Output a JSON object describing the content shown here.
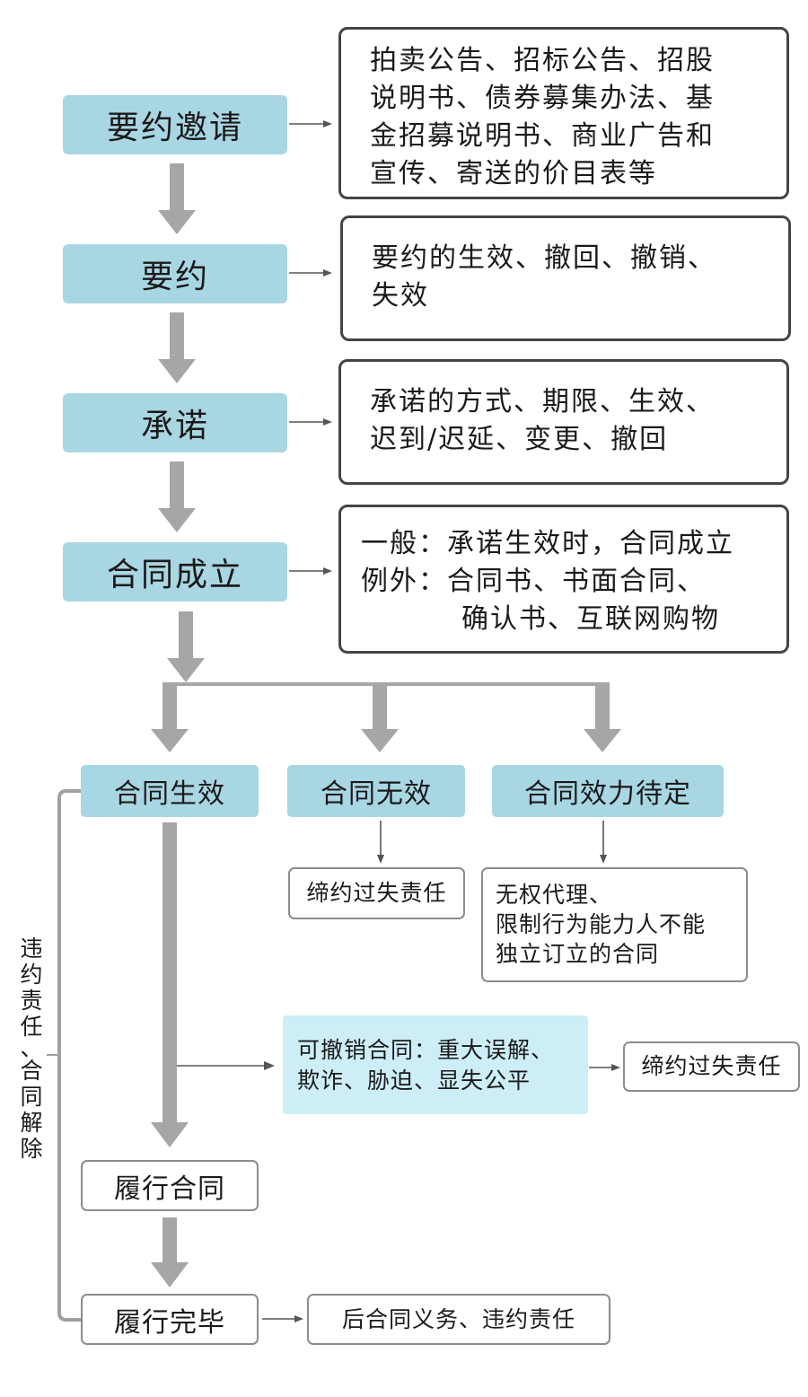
{
  "stages": {
    "offer_invitation": "要约邀请",
    "offer": "要约",
    "acceptance": "承诺",
    "formation": "合同成立",
    "effective": "合同生效",
    "void": "合同无效",
    "pending": "合同效力待定",
    "perform": "履行合同",
    "complete": "履行完毕"
  },
  "descriptions": {
    "offer_invitation": [
      "拍卖公告、招标公告、招股",
      "说明书、债券募集办法、基",
      "金招募说明书、商业广告和",
      "宣传、寄送的价目表等"
    ],
    "offer": [
      "要约的生效、撤回、撤销、",
      "失效"
    ],
    "acceptance": [
      "承诺的方式、期限、生效、",
      "迟到/迟延、变更、撤回"
    ],
    "formation": {
      "general_label": "一般：",
      "general_text": "承诺生效时，合同成立",
      "exception_label": "例外：",
      "exception_lines": [
        "合同书、书面合同、",
        "确认书、互联网购物"
      ]
    }
  },
  "void_result": "缔约过失责任",
  "pending_cases": [
    "无权代理、",
    "限制行为能力人不能",
    "独立订立的合同"
  ],
  "revocable": [
    "可撤销合同：重大误解、",
    "欺诈、胁迫、显失公平"
  ],
  "revocable_result": "缔约过失责任",
  "post_completion": "后合同义务、违约责任",
  "side_label": [
    "违",
    "约",
    "责",
    "任",
    "、",
    "合",
    "同",
    "解",
    "除"
  ],
  "colors": {
    "stage_fill": "#a9d6e3",
    "revocable_fill": "#cdeef7",
    "big_arrow": "#a6a6a6",
    "line": "#555555",
    "side_bracket": "#a0a0a0"
  }
}
